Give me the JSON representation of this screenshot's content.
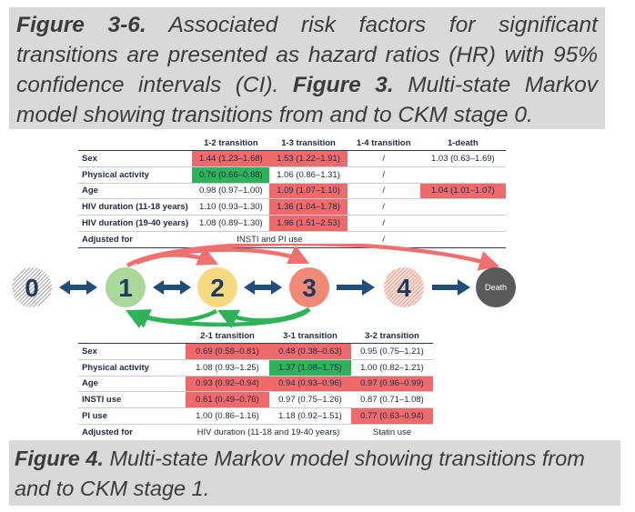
{
  "caption_top": {
    "prefix_bold": "Figure 3-6.",
    "text1": " Associated risk factors for significant transitions are presented as hazard ratios (HR) with 95% confidence intervals (CI). ",
    "bold2": "Figure 3.",
    "text2": " Multi-state Markov model showing transitions from and to CKM stage 0."
  },
  "table_top": {
    "headers": [
      "",
      "1-2 transition",
      "1-3 transition",
      "1-4 transition",
      "1-death"
    ],
    "rows": [
      {
        "label": "Sex",
        "cells": [
          "1.44 (1.23–1.68)",
          "1.53 (1.22–1.91)",
          "/",
          "1.03 (0.63–1.69)"
        ],
        "hl": [
          "red",
          "red",
          "",
          ""
        ]
      },
      {
        "label": "Physical activity",
        "cells": [
          "0.76 (0.66–0.88)",
          "1.06 (0.86–1.31)",
          "/",
          ""
        ],
        "hl": [
          "green",
          "",
          "",
          ""
        ]
      },
      {
        "label": "Age",
        "cells": [
          "0.98 (0.97–1.00)",
          "1.09 (1.07–1.10)",
          "/",
          "1.04 (1.01–1.07)"
        ],
        "hl": [
          "",
          "red",
          "",
          "red"
        ]
      },
      {
        "label": "HIV duration (11-18 years)",
        "cells": [
          "1.10 (0.93–1.30)",
          "1.36 (1.04–1.78)",
          "/",
          ""
        ],
        "hl": [
          "",
          "red",
          "",
          ""
        ]
      },
      {
        "label": "HIV duration (19-40 years)",
        "cells": [
          "1.08 (0.89–1.30)",
          "1.96 (1.51–2.53)",
          "/",
          ""
        ],
        "hl": [
          "",
          "red",
          "",
          ""
        ]
      }
    ],
    "adjusted_label": "Adjusted for",
    "adjusted_value": "INSTI and PI use",
    "adjusted_col3": "/"
  },
  "diagram": {
    "nodes": [
      {
        "label": "0",
        "color": "#c8c8c8"
      },
      {
        "label": "1",
        "color": "#a9d89a"
      },
      {
        "label": "2",
        "color": "#f7d980"
      },
      {
        "label": "3",
        "color": "#ef8a76"
      },
      {
        "label": "4",
        "color": "#ef8a76"
      },
      {
        "label": "Death",
        "color": "#5a5a5a"
      }
    ],
    "arrow_color": "#1f4e79",
    "red_arc_color": "#f07070",
    "green_arc_color": "#2fb35a"
  },
  "table_bottom": {
    "headers": [
      "",
      "2-1 transition",
      "3-1 transition",
      "3-2 transition"
    ],
    "rows": [
      {
        "label": "Sex",
        "cells": [
          "0.69 (0.58–0.81)",
          "0.48 (0.38–0.63)",
          "0.95 (0.75–1.21)"
        ],
        "hl": [
          "red",
          "red",
          ""
        ]
      },
      {
        "label": "Physical activity",
        "cells": [
          "1.08 (0.93–1.25)",
          "1.37 (1.08–1.75)",
          "1.00 (0.82–1.21)"
        ],
        "hl": [
          "",
          "green",
          ""
        ]
      },
      {
        "label": "Age",
        "cells": [
          "0.93 (0.92–0.94)",
          "0.94 (0.93–0.96)",
          "0.97 (0.96–0.99)"
        ],
        "hl": [
          "red",
          "red",
          "red"
        ]
      },
      {
        "label": "INSTI use",
        "cells": [
          "0.61 (0.49–0.76)",
          "0.97 (0.75–1.26)",
          "0.87 (0.71–1.08)"
        ],
        "hl": [
          "red",
          "",
          ""
        ]
      },
      {
        "label": "PI use",
        "cells": [
          "1.00 (0.86–1.16)",
          "1.18 (0.92–1.51)",
          "0.77 (0.63–0.94)"
        ],
        "hl": [
          "",
          "",
          "red"
        ]
      }
    ],
    "adjusted_label": "Adjusted for",
    "adjusted_value": "HIV duration (11-18 and 19-40 years)",
    "adjusted_col3": "Statin use"
  },
  "caption_bottom": {
    "prefix_bold": "Figure 4.",
    "text": " Multi-state Markov model showing transitions from and to CKM stage 1."
  }
}
